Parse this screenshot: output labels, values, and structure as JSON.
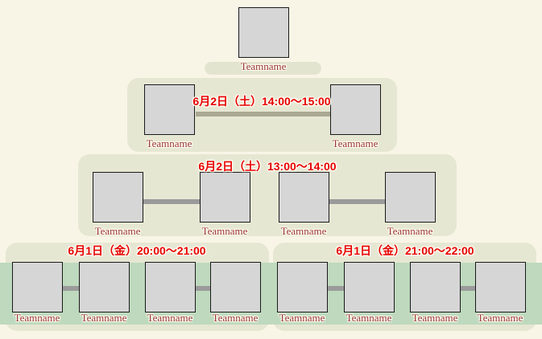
{
  "team_placeholder": "Teamname",
  "rounds": {
    "final": {
      "team": "Teamname"
    },
    "semifinal": {
      "schedule": "6月2日（土）14:00～15:00"
    },
    "quarterfinal": {
      "schedule": "6月2日（土）13:00～14:00"
    },
    "round1_left": {
      "schedule": "6月1日（金）20:00～21:00"
    },
    "round1_right": {
      "schedule": "6月1日（金）21:00～22:00"
    }
  },
  "colors": {
    "background": "#f9f5e6",
    "match_panel": "#e6e7d3",
    "round1_band": "#bed9be",
    "box_fill": "#d6d6d6",
    "box_border": "#1a1a1a",
    "connector_gray": "#9a9a9a",
    "connector_tan": "#aba793",
    "schedule_text": "#e60000",
    "team_text": "#993333"
  }
}
